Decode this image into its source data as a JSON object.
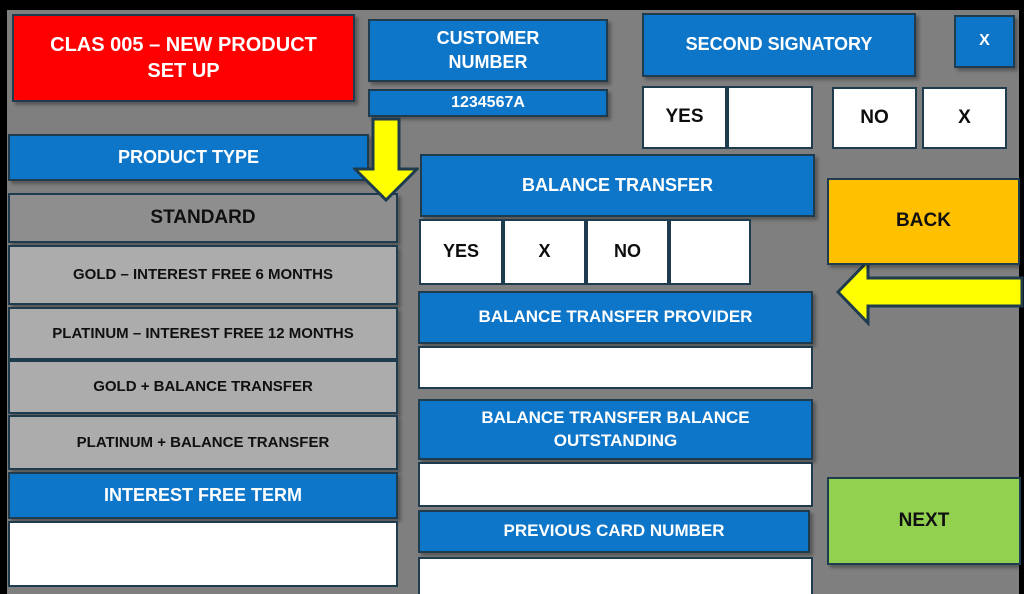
{
  "window": {
    "title": "CLAS 005 – NEW PRODUCT SET UP"
  },
  "customer_number": {
    "label": "CUSTOMER NUMBER",
    "value": "1234567A"
  },
  "second_signatory": {
    "label": "SECOND SIGNATORY",
    "close": "X",
    "yes_label": "YES",
    "yes_value": "",
    "no_label": "NO",
    "no_value": "X"
  },
  "product_type": {
    "header": "PRODUCT TYPE",
    "options": [
      "STANDARD",
      "GOLD – INTEREST FREE 6 MONTHS",
      "PLATINUM – INTEREST FREE 12 MONTHS",
      "GOLD + BALANCE TRANSFER",
      "PLATINUM + BALANCE TRANSFER"
    ]
  },
  "interest_free_term": {
    "header": "INTEREST FREE TERM",
    "value": ""
  },
  "balance_transfer": {
    "header": "BALANCE TRANSFER",
    "yes_label": "YES",
    "yes_value": "X",
    "no_label": "NO",
    "no_value": "",
    "provider_header": "BALANCE TRANSFER PROVIDER",
    "provider_value": "",
    "outstanding_header": "BALANCE TRANSFER BALANCE OUTSTANDING",
    "outstanding_value": "",
    "previous_card_header": "PREVIOUS CARD NUMBER",
    "previous_card_value": ""
  },
  "navigation": {
    "back": "BACK",
    "next": "NEXT"
  },
  "icons": {
    "down_arrow": "yellow-down-arrow",
    "left_arrow": "yellow-left-arrow"
  },
  "colors": {
    "blue": "#0E76C9",
    "red": "#FE0000",
    "orange": "#FFC000",
    "green": "#92D050",
    "yellow": "#FFFF00",
    "background": "#7F7F7F",
    "standard_gray": "#8E8E8E",
    "option_gray": "#ACACAC",
    "border": "#1E3C4E"
  }
}
